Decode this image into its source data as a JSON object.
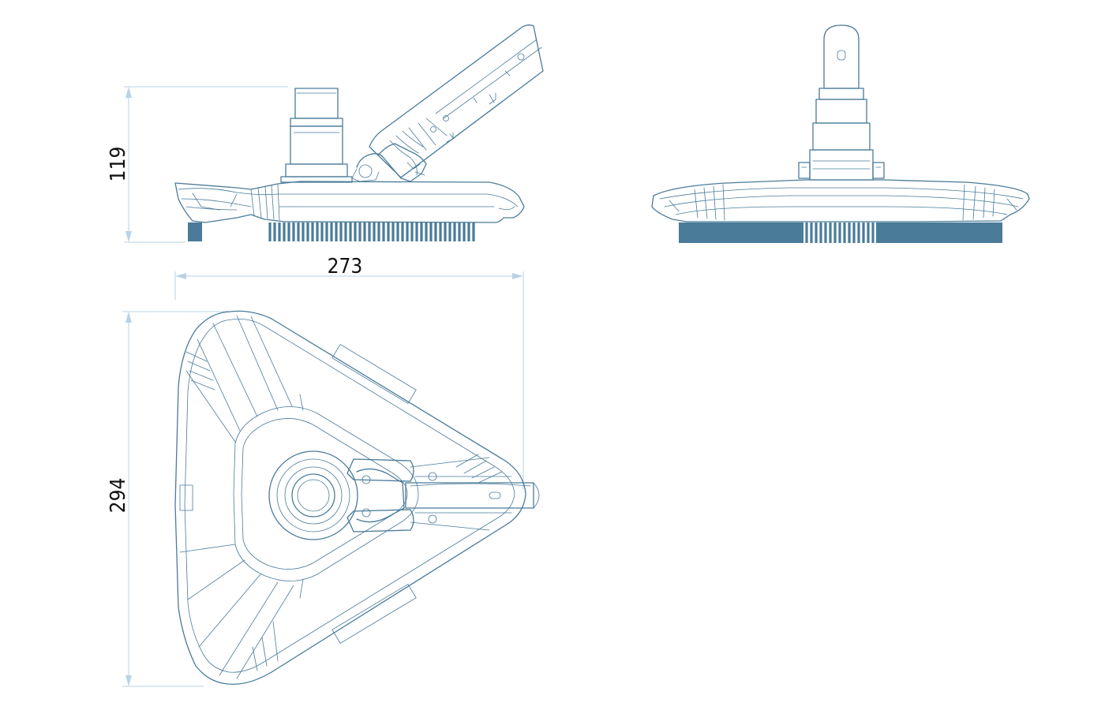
{
  "dimensions": {
    "height": "119",
    "width": "273",
    "depth": "294"
  },
  "colors": {
    "line": "#4a7b99",
    "bristles": "#4a7b99",
    "dimension_line": "#b9d3e4",
    "text": "#111111",
    "background": "#ffffff"
  }
}
